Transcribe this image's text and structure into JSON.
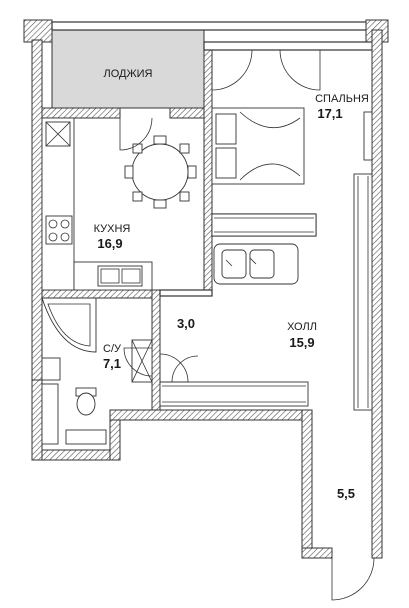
{
  "rooms": {
    "loggia": {
      "name": "ЛОДЖИЯ"
    },
    "bedroom": {
      "name": "СПАЛЬНЯ",
      "area": "17,1"
    },
    "kitchen": {
      "name": "КУХНЯ",
      "area": "16,9"
    },
    "corridor": {
      "area": "3,0"
    },
    "bathroom": {
      "name": "С/У",
      "area": "7,1"
    },
    "hall": {
      "name": "ХОЛЛ",
      "area": "15,9"
    },
    "entry": {
      "area": "5,5"
    }
  },
  "colors": {
    "loggia_fill": "#d9d9d9",
    "wall_hatch": "#555555"
  }
}
